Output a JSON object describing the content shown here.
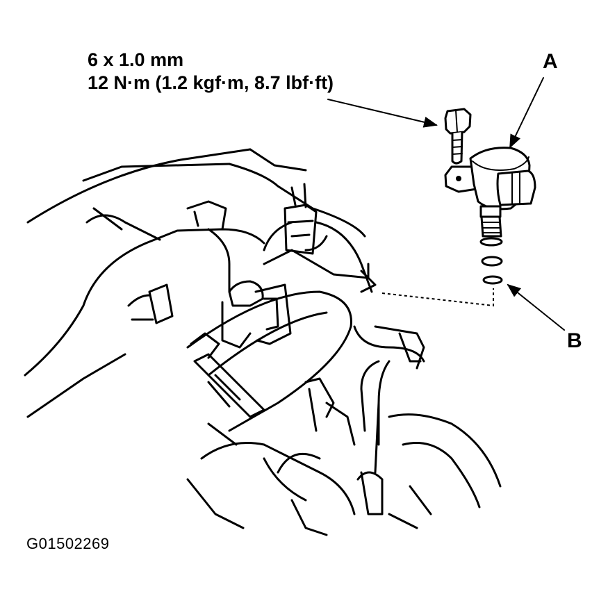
{
  "spec": {
    "bolt_size": "6 x 1.0 mm",
    "torque": "12 N·m (1.2 kgf·m, 8.7 lbf·ft)"
  },
  "callouts": {
    "a": "A",
    "b": "B"
  },
  "figure_id": "G01502269",
  "icons": [
    "bolt-icon",
    "solenoid-valve-icon",
    "o-ring-icon"
  ]
}
